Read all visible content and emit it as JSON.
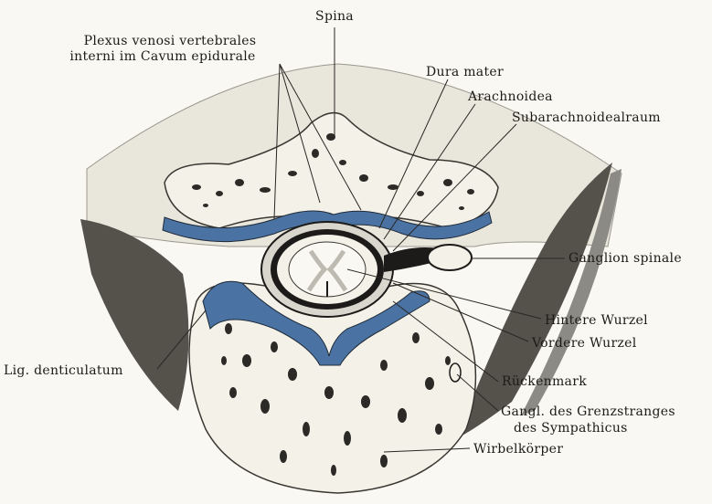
{
  "labels": {
    "spina": "Spina",
    "plexus_line1": "Plexus venosi vertebrales",
    "plexus_line2": "interni im Cavum epidurale",
    "dura": "Dura mater",
    "arachnoidea": "Arachnoidea",
    "subarachnoidealraum": "Subarachnoidealraum",
    "ganglion_spinale": "Ganglion spinale",
    "hintere_wurzel": "Hintere Wurzel",
    "vordere_wurzel": "Vordere Wurzel",
    "lig_denticulatum": "Lig. denticulatum",
    "rueckenmark": "Rückenmark",
    "gangl_line1": "Gangl. des Grenzstranges",
    "gangl_line2": "des Sympathicus",
    "wirbelkoerper": "Wirbelkörper"
  },
  "colors": {
    "background": "#faf8f2",
    "soft_tissue": "#e9e6dc",
    "muscle_dark": "#55524c",
    "muscle_mid": "#8c8a84",
    "bone": "#f4f1e8",
    "bone_spots": "#2b2a27",
    "vein_blue": "#4a73a3",
    "cord": "#1c1b19",
    "ink": "#1d1b18"
  }
}
